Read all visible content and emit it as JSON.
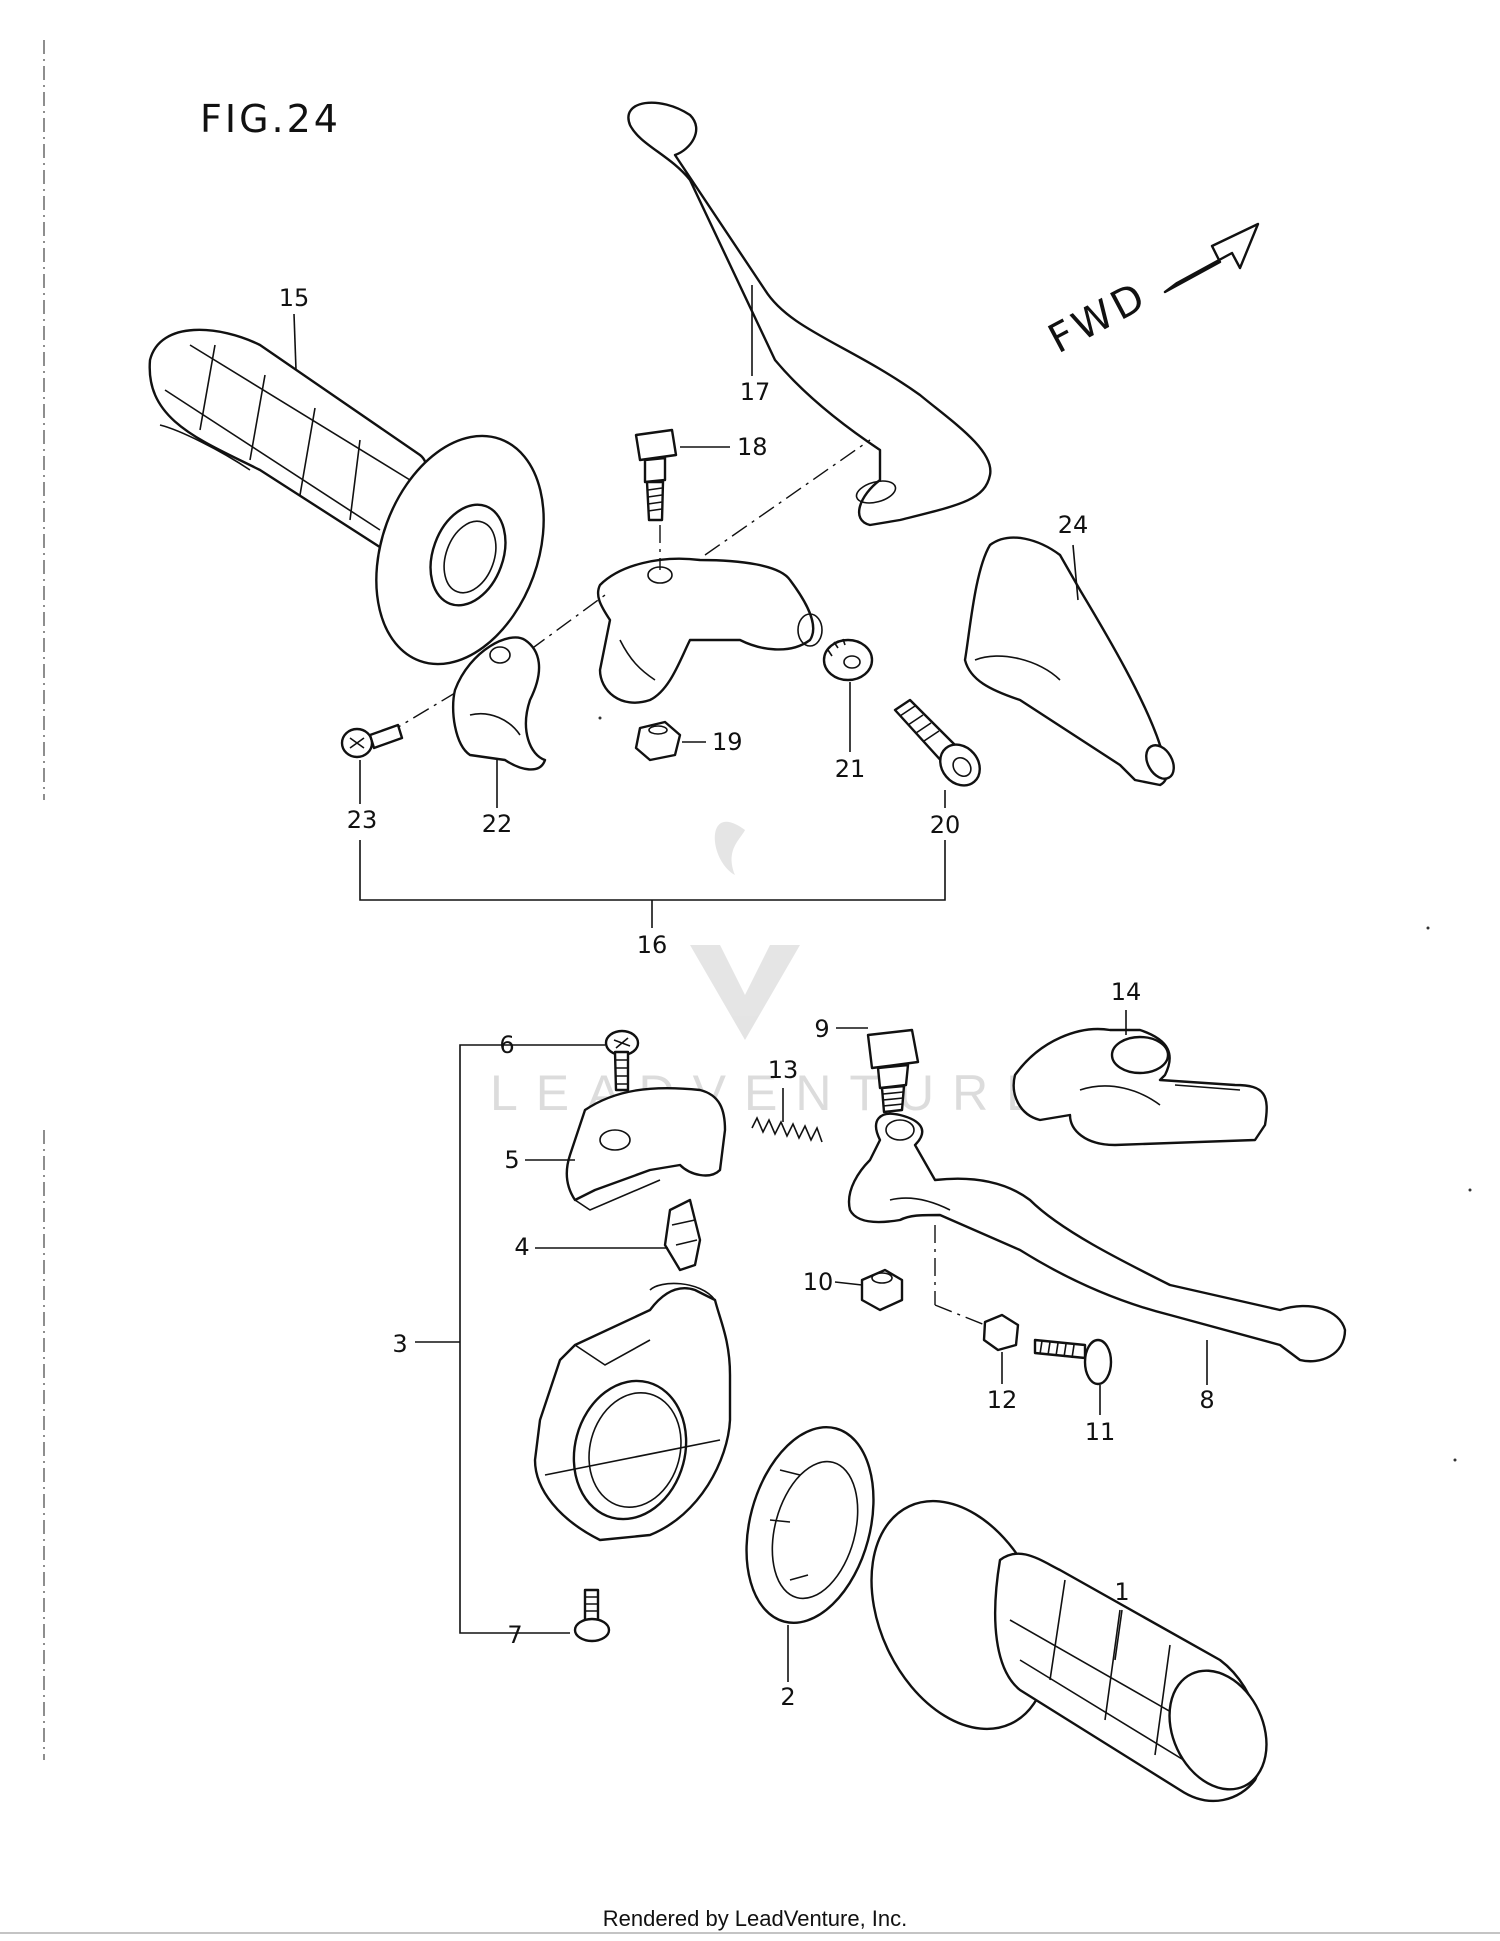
{
  "figure_title": "FIG.24",
  "direction_label": "FWD",
  "watermark": "LEADVENTURE",
  "footer": "Rendered by LeadVenture, Inc.",
  "callouts": {
    "c1": "1",
    "c2": "2",
    "c3": "3",
    "c4": "4",
    "c5": "5",
    "c6": "6",
    "c7": "7",
    "c8": "8",
    "c9": "9",
    "c10": "10",
    "c11": "11",
    "c12": "12",
    "c13": "13",
    "c14": "14",
    "c15": "15",
    "c16": "16",
    "c17": "17",
    "c18": "18",
    "c19": "19",
    "c20": "20",
    "c21": "21",
    "c22": "22",
    "c23": "23",
    "c24": "24"
  }
}
